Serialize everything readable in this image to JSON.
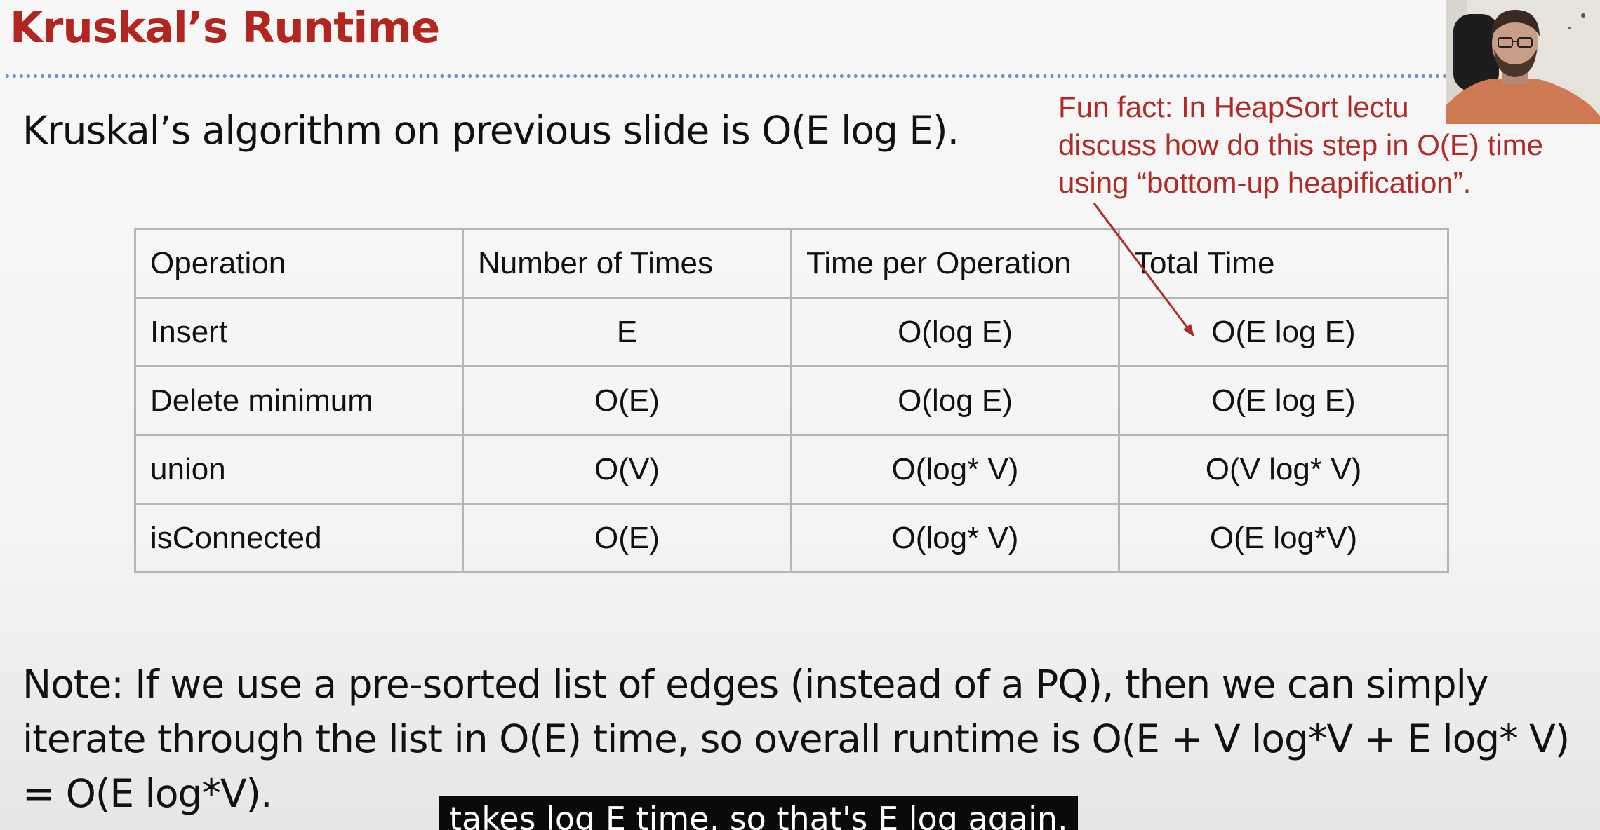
{
  "slide": {
    "title": "Kruskal’s Runtime",
    "intro": "Kruskal’s algorithm on previous slide is O(E log E).",
    "annotation_lines": [
      "Fun fact: In HeapSort lectu",
      "discuss how do this step in O(E) time",
      "using “bottom-up heapification”."
    ],
    "table": {
      "headers": [
        "Operation",
        "Number of Times",
        "Time per Operation",
        "Total Time"
      ],
      "rows": [
        [
          "Insert",
          "E",
          "O(log E)",
          "O(E log E)"
        ],
        [
          "Delete minimum",
          "O(E)",
          "O(log E)",
          "O(E log E)"
        ],
        [
          "union",
          "O(V)",
          "O(log* V)",
          "O(V log* V)"
        ],
        [
          "isConnected",
          "O(E)",
          "O(log* V)",
          "O(E log*V)"
        ]
      ]
    },
    "note_lines": [
      "Note: If we use a pre-sorted list of edges (instead of a PQ), then we can simply",
      "iterate through the list in O(E) time, so overall runtime is O(E + V log*V + E log* V)",
      "= O(E log*V)."
    ]
  },
  "caption": "takes log E time, so that's E log again.",
  "colors": {
    "title": "#b1261f",
    "annotation": "#b22a25",
    "divider": "#6e8fc4",
    "table_border": "#b5b5b5",
    "caption_bg": "#0a0a0a",
    "caption_text": "#ffffff"
  }
}
